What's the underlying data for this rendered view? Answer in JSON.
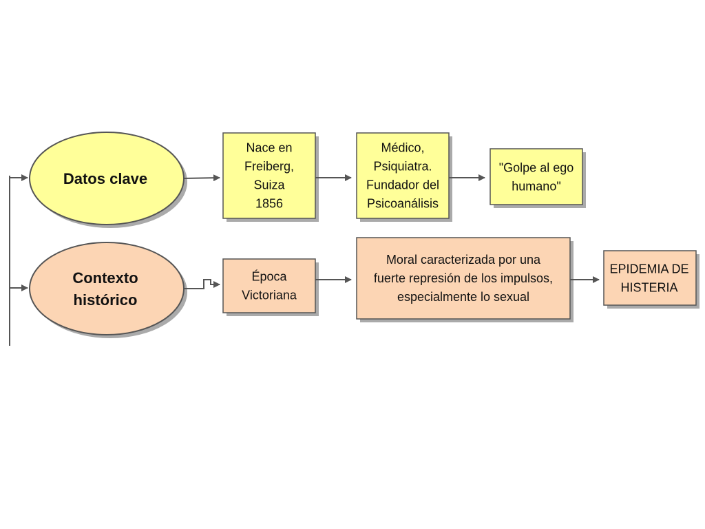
{
  "colors": {
    "yellow_fill": "#ffff99",
    "peach_fill": "#fcd5b4",
    "outline": "#555555",
    "shadow": "#aaaaaa",
    "arrow": "#555555"
  },
  "row1": {
    "oval": {
      "lines": [
        "Datos clave"
      ]
    },
    "box1": {
      "lines": [
        "Nace en",
        "Freiberg,",
        "Suiza",
        "1856"
      ]
    },
    "box2": {
      "lines": [
        "Médico,",
        "Psiquiatra.",
        "Fundador del",
        "Psicoanálisis"
      ]
    },
    "box3": {
      "lines": [
        "\"Golpe al ego",
        "humano\""
      ]
    }
  },
  "row2": {
    "oval": {
      "lines": [
        "Contexto",
        "histórico"
      ]
    },
    "box1": {
      "lines": [
        "Época",
        "Victoriana"
      ]
    },
    "box2": {
      "lines": [
        "Moral caracterizada por una",
        "fuerte represión de los impulsos,",
        "especialmente lo sexual"
      ]
    },
    "box3": {
      "lines": [
        "EPIDEMIA DE",
        "HISTERIA"
      ]
    }
  }
}
